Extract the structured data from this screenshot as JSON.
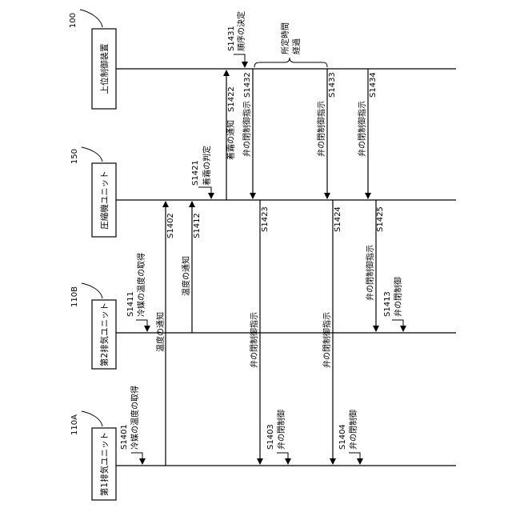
{
  "lanes": [
    {
      "id": "100",
      "name": "上位制御装置"
    },
    {
      "id": "150",
      "name": "圧縮機ユニット"
    },
    {
      "id": "110B",
      "name": "第2排気ユニット"
    },
    {
      "id": "110A",
      "name": "第1排気ユニット"
    }
  ],
  "steps": {
    "s1431": {
      "code": "S1431",
      "text": "順序の決定"
    },
    "s1421": {
      "code": "S1421",
      "text": "着霜の判定"
    },
    "s1411": {
      "code": "S1411",
      "text": "冷媒の温度の取得"
    },
    "s1401": {
      "code": "S1401",
      "text": "冷媒の温度の取得"
    },
    "s1413": {
      "code": "S1413",
      "text": "弁の閉制御"
    },
    "s1403": {
      "code": "S1403",
      "text": "弁の閉制御"
    },
    "s1404": {
      "code": "S1404",
      "text": "弁の閉制御"
    }
  },
  "messages": {
    "s1422": {
      "code": "S1422",
      "text": "着霜の通知"
    },
    "s1432": {
      "code": "S1432",
      "text": "弁の閉制御指示"
    },
    "s1433": {
      "code": "S1433",
      "text": "弁の閉制御指示"
    },
    "s1434": {
      "code": "S1434",
      "text": "弁の閉制御指示"
    },
    "s1402": {
      "code": "S1402",
      "text": "温度の通知"
    },
    "s1412": {
      "code": "S1412",
      "text": "温度の通知"
    },
    "s1423": {
      "code": "S1423",
      "text": "弁の閉制御指示"
    },
    "s1424": {
      "code": "S1424",
      "text": "弁の閉制御指示"
    },
    "s1425": {
      "code": "S1425",
      "text": "弁の閉制御指示"
    }
  },
  "elapsed": {
    "line1": "所定時間",
    "line2": "経過"
  }
}
